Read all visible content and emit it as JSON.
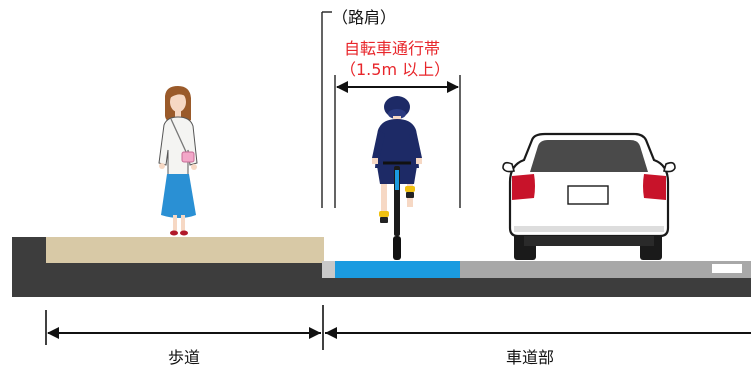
{
  "labels": {
    "shoulder": "（路肩）",
    "bike_lane": "自転車通行帯",
    "bike_lane_width": "（1.5m 以上）",
    "sidewalk": "歩道",
    "roadway": "車道部"
  },
  "colors": {
    "accent_red": "#e8262b",
    "bike_lane_blue": "#1b9be0",
    "asphalt": "#3d3d3d",
    "road_surface": "#a8a8a8",
    "sidewalk_paving": "#d8c9a6"
  },
  "icons": {
    "pedestrian": "woman-walking-icon",
    "cyclist": "cyclist-icon",
    "car": "car-rear-icon"
  }
}
